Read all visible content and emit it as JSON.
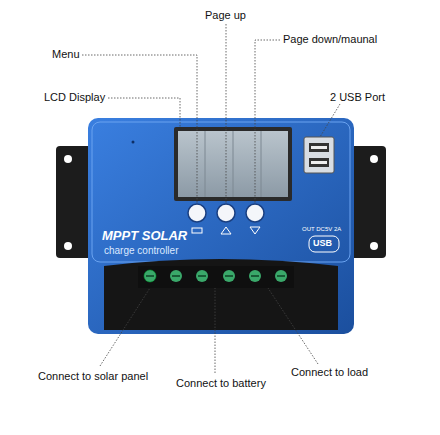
{
  "diagram": {
    "nodes": [
      {
        "text": [
          "MPPT SOLAR",
          "charge controller"
        ]
      }
    ],
    "labels": [
      "Page up",
      "Menu",
      "Page down/maunal",
      "LCD Display",
      "2 USB Port",
      "OUT DC5V 2A",
      "USB",
      "Connect to solar panel",
      "Connect to battery",
      "Connect to load"
    ]
  }
}
